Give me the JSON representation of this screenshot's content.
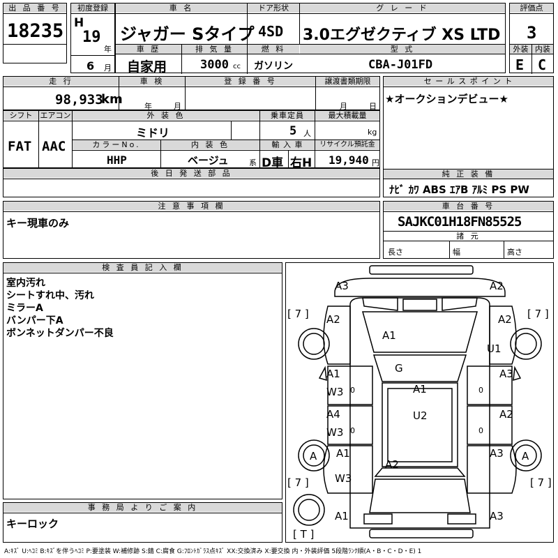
{
  "sheet": {
    "lot_label": "出 品 番 号",
    "lot_number": "18235",
    "first_reg_label": "初度登録",
    "first_reg_era": "H",
    "first_reg_year": "19",
    "year_unit": "年",
    "first_reg_month": "6",
    "month_unit": "月",
    "car_name_label": "車 名",
    "car_name": "ジャガー Sタイプ",
    "door_label": "ドア形状",
    "door": "4SD",
    "grade_label": "グ レ ー ド",
    "grade": "3.0エグゼクティブ XS LTD",
    "score_label": "評価点",
    "score": "3",
    "history_label": "車 歴",
    "history": "自家用",
    "displacement_label": "排 気 量",
    "displacement": "3000",
    "displacement_unit": "cc",
    "fuel_label": "燃 料",
    "fuel": "ガソリン",
    "model_label": "型 式",
    "model": "CBA-J01FD",
    "exterior_grade_label": "外装",
    "exterior_grade": "E",
    "interior_grade_label": "内装",
    "interior_grade": "C",
    "mileage_label": "走 行",
    "mileage": "98,933",
    "mileage_unit": "km",
    "inspection_label": "車 検",
    "inspection_year_unit": "年",
    "inspection_month_unit": "月",
    "reg_number_label": "登 録 番 号",
    "transfer_label": "譲渡書類期限",
    "transfer_month_unit": "月",
    "transfer_day_unit": "日",
    "sales_point_label": "セ ー ル ス ポ イ ン ト",
    "sales_point": "★オークションデビュー★",
    "shift_label": "シフト",
    "shift": "FAT",
    "ac_label": "エアコン",
    "ac": "AAC",
    "ext_color_label": "外 装 色",
    "ext_color": "ミドリ",
    "capacity_label": "乗車定員",
    "capacity": "5",
    "capacity_unit": "人",
    "max_load_label": "最大積載量",
    "max_load_unit": "kg",
    "color_no_label": "カラーNo.",
    "color_no": "HHP",
    "int_color_label": "内 装 色",
    "int_color": "ベージュ",
    "int_color_suffix": "系",
    "import_label": "輸 入 車",
    "import_type": "D車",
    "steering": "右H",
    "recycle_label": "リサイクル預託金",
    "recycle": "19,940",
    "recycle_unit": "円",
    "delivery_label": "後 日 発 送 部 品",
    "equipment_label": "純 正 装 備",
    "equipment": "ﾅﾋﾞ ｶﾜ ABS ｴｱB ｱﾙﾐ PS PW",
    "notes_label": "注 意 事 項 欄",
    "notes": "キー現車のみ",
    "chassis_label": "車 台 番 号",
    "chassis": "SAJKC01H18FN85525",
    "dims_label": "諸 元",
    "length_label": "長さ",
    "width_label": "幅",
    "height_label": "高さ",
    "inspector_label": "検 査 員 記 入 欄",
    "inspector_notes": [
      "室内汚れ",
      "シートすれ中、汚れ",
      "ミラーA",
      "バンパー下A",
      "ボンネットダンパー不良"
    ],
    "office_label": "事 務 局 よ り ご 案 内",
    "office_note": "キーロック",
    "legend": "A:ｷｽﾞ U:ﾍｺﾐ B:ｷｽﾞを伴うﾍｺﾐ P:要塗装 W:補修跡 S:錆 C:腐食 G:ﾌﾛﾝﾄｶﾞﾗｽ点ｷｽﾞ XX:交換済み X:要交換 内・外装評価 5段階ﾗﾝｸ順(A・B・C・D・E) 1"
  },
  "diagram": {
    "tire_left_top": "[ 7 ]",
    "tire_right_top": "[ 7 ]",
    "tire_left_bottom": "[ 7 ]",
    "tire_right_bottom": "[ 7 ]",
    "tire_spare": "[ T ]",
    "marks": {
      "front_bumper_left": "A3",
      "front_bumper_right": "A2",
      "front_fender_left": "A2",
      "front_fender_right": "A2",
      "bonnet": "A1",
      "windshield": "G",
      "front_door_left_1": "A1",
      "front_door_left_2": "W3",
      "right_fender_dent": "U1",
      "front_door_right": "A3",
      "roof": "A1",
      "rear_door_left_1": "A4",
      "rear_door_left_2": "W3",
      "roof_dent": "U2",
      "rear_door_right": "A2",
      "wheel_left": "A",
      "wheel_right": "A",
      "quarter_left_1": "A1",
      "quarter_left_2": "W3",
      "quarter_right": "A3",
      "trunk": "A2",
      "rear_bumper_left": "A1",
      "rear_bumper_right": "A3",
      "door_mark_1": "0",
      "door_mark_2": "0",
      "door_mark_3": "0",
      "door_mark_4": "0"
    }
  }
}
